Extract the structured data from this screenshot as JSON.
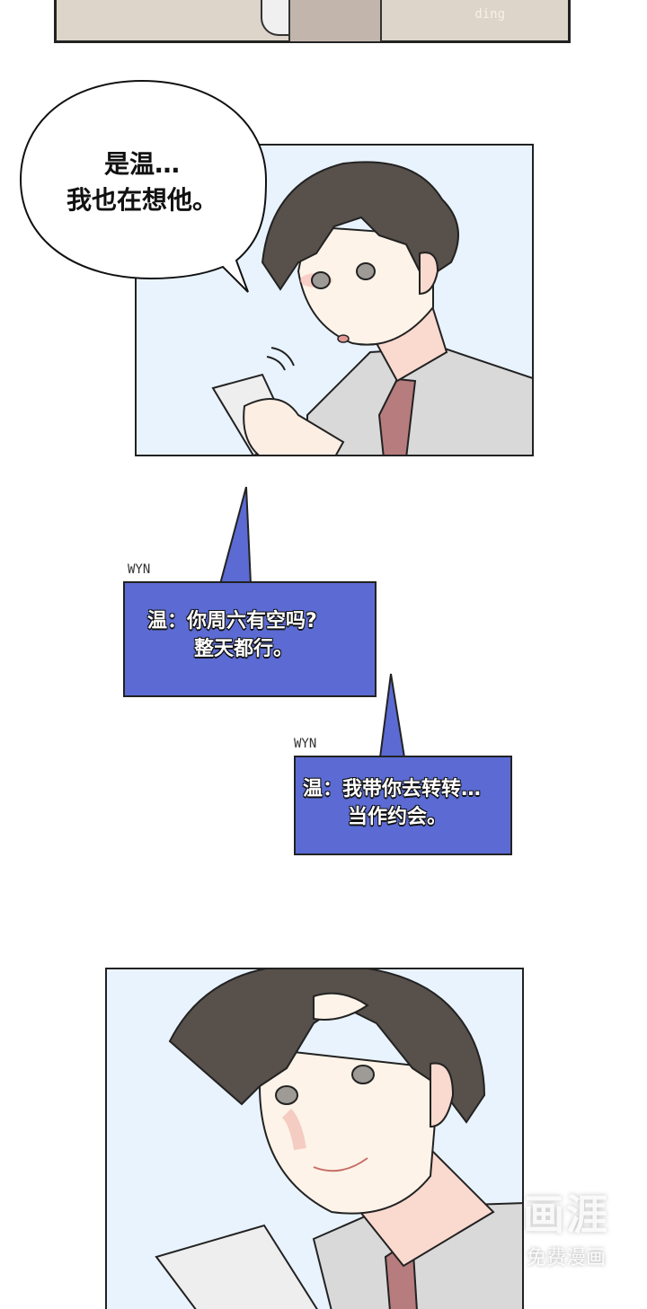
{
  "top_panel": {
    "sfx": "ding"
  },
  "speech_bubble": {
    "lines": [
      "是温…",
      "我也在想他。"
    ]
  },
  "messages": [
    {
      "sender": "WYN",
      "lines": [
        "温：你周六有空吗?",
        "整天都行。"
      ]
    },
    {
      "sender": "WYN",
      "lines": [
        "温：我带你去转转…",
        "当作约会。"
      ]
    }
  ],
  "watermark": {
    "brand": "画涯",
    "tagline": "免费漫画"
  },
  "colors": {
    "message_box": "#5b6bd3",
    "panel_bg": "#e9f3fd",
    "top_panel_bg": "#ddd5c9",
    "hair": "#57504b",
    "shirt": "#d9d9d9"
  }
}
